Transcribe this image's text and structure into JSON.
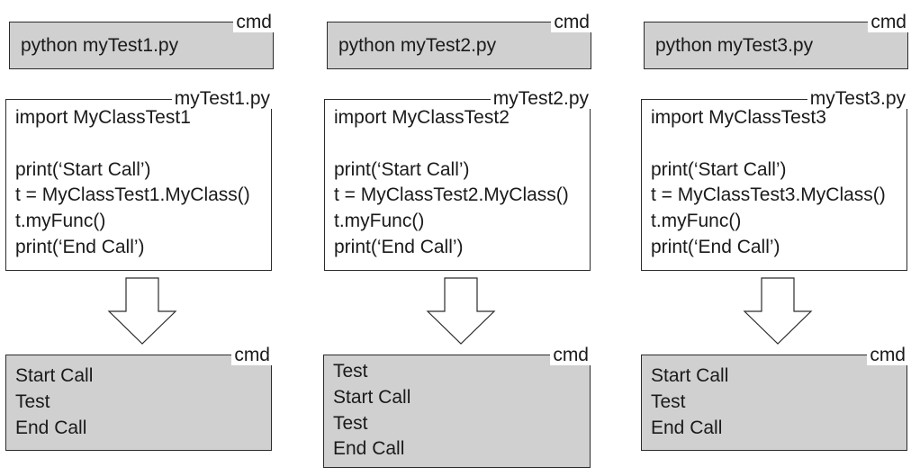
{
  "columns": [
    {
      "command_tag": "cmd",
      "command": "python myTest1.py",
      "file_tag": "myTest1.py",
      "code_lines": [
        "import MyClassTest1",
        "",
        "print(‘Start Call’)",
        "t = MyClassTest1.MyClass()",
        "t.myFunc()",
        "print(‘End Call’)"
      ],
      "output_tag": "cmd",
      "output_lines": [
        "Start Call",
        "Test",
        "End Call"
      ]
    },
    {
      "command_tag": "cmd",
      "command": "python myTest2.py",
      "file_tag": "myTest2.py",
      "code_lines": [
        "import MyClassTest2",
        "",
        "print(‘Start Call’)",
        "t = MyClassTest2.MyClass()",
        "t.myFunc()",
        "print(‘End Call’)"
      ],
      "output_tag": "cmd",
      "output_lines": [
        "Test",
        "Start Call",
        "Test",
        "End Call"
      ]
    },
    {
      "command_tag": "cmd",
      "command": "python myTest3.py",
      "file_tag": "myTest3.py",
      "code_lines": [
        "import MyClassTest3",
        "",
        "print(‘Start Call’)",
        "t = MyClassTest3.MyClass()",
        "t.myFunc()",
        "print(‘End Call’)"
      ],
      "output_tag": "cmd",
      "output_lines": [
        "Start Call",
        "Test",
        "End Call"
      ]
    }
  ],
  "colors": {
    "terminal_bg": "#d0d0d0",
    "file_bg": "#ffffff",
    "border": "#2b2b2b"
  }
}
